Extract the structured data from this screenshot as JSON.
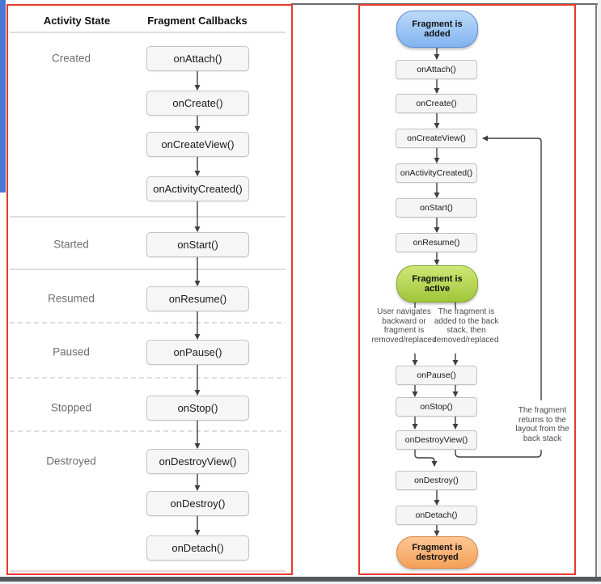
{
  "colors": {
    "frame_red": "#e8392b",
    "left_accent_blue": "#4a75d4",
    "window_gray": "#6a6a6a",
    "bottom_bar_gray": "#55585a",
    "callback_box_fill": "#f6f6f6",
    "callback_box_border": "#c4c4c4",
    "arrow": "#3f3f3f",
    "pill_blue": "#83b3ef",
    "pill_blue_border": "#5c8fd6",
    "pill_green": "#a0c63a",
    "pill_green_border": "#84a62f",
    "pill_orange": "#f4a15a",
    "pill_orange_border": "#d98a49"
  },
  "left_panel": {
    "headers": {
      "activity_state": "Activity State",
      "fragment_callbacks": "Fragment Callbacks"
    },
    "states": [
      "Created",
      "Started",
      "Resumed",
      "Paused",
      "Stopped",
      "Destroyed"
    ],
    "callbacks": [
      "onAttach()",
      "onCreate()",
      "onCreateView()",
      "onActivityCreated()",
      "onStart()",
      "onResume()",
      "onPause()",
      "onStop()",
      "onDestroyView()",
      "onDestroy()",
      "onDetach()"
    ]
  },
  "right_panel": {
    "terminals": {
      "added": {
        "lines": [
          "Fragment is",
          "added"
        ]
      },
      "active": {
        "lines": [
          "Fragment is",
          "active"
        ]
      },
      "destroyed": {
        "lines": [
          "Fragment is",
          "destroyed"
        ]
      }
    },
    "callbacks": [
      "onAttach()",
      "onCreate()",
      "onCreateView()",
      "onActivityCreated()",
      "onStart()",
      "onResume()",
      "onPause()",
      "onStop()",
      "onDestroyView()",
      "onDestroy()",
      "onDetach()"
    ],
    "annotations": {
      "navigate_back": {
        "lines": [
          "User navigates",
          "backward or",
          "fragment is",
          "removed/replaced"
        ]
      },
      "back_stack_add": {
        "lines": [
          "The fragment is",
          "added to the back",
          "stack, then",
          "removed/replaced"
        ]
      },
      "back_stack_return": {
        "lines": [
          "The fragment",
          "returns to the",
          "layout from the",
          "back stack"
        ]
      }
    }
  }
}
